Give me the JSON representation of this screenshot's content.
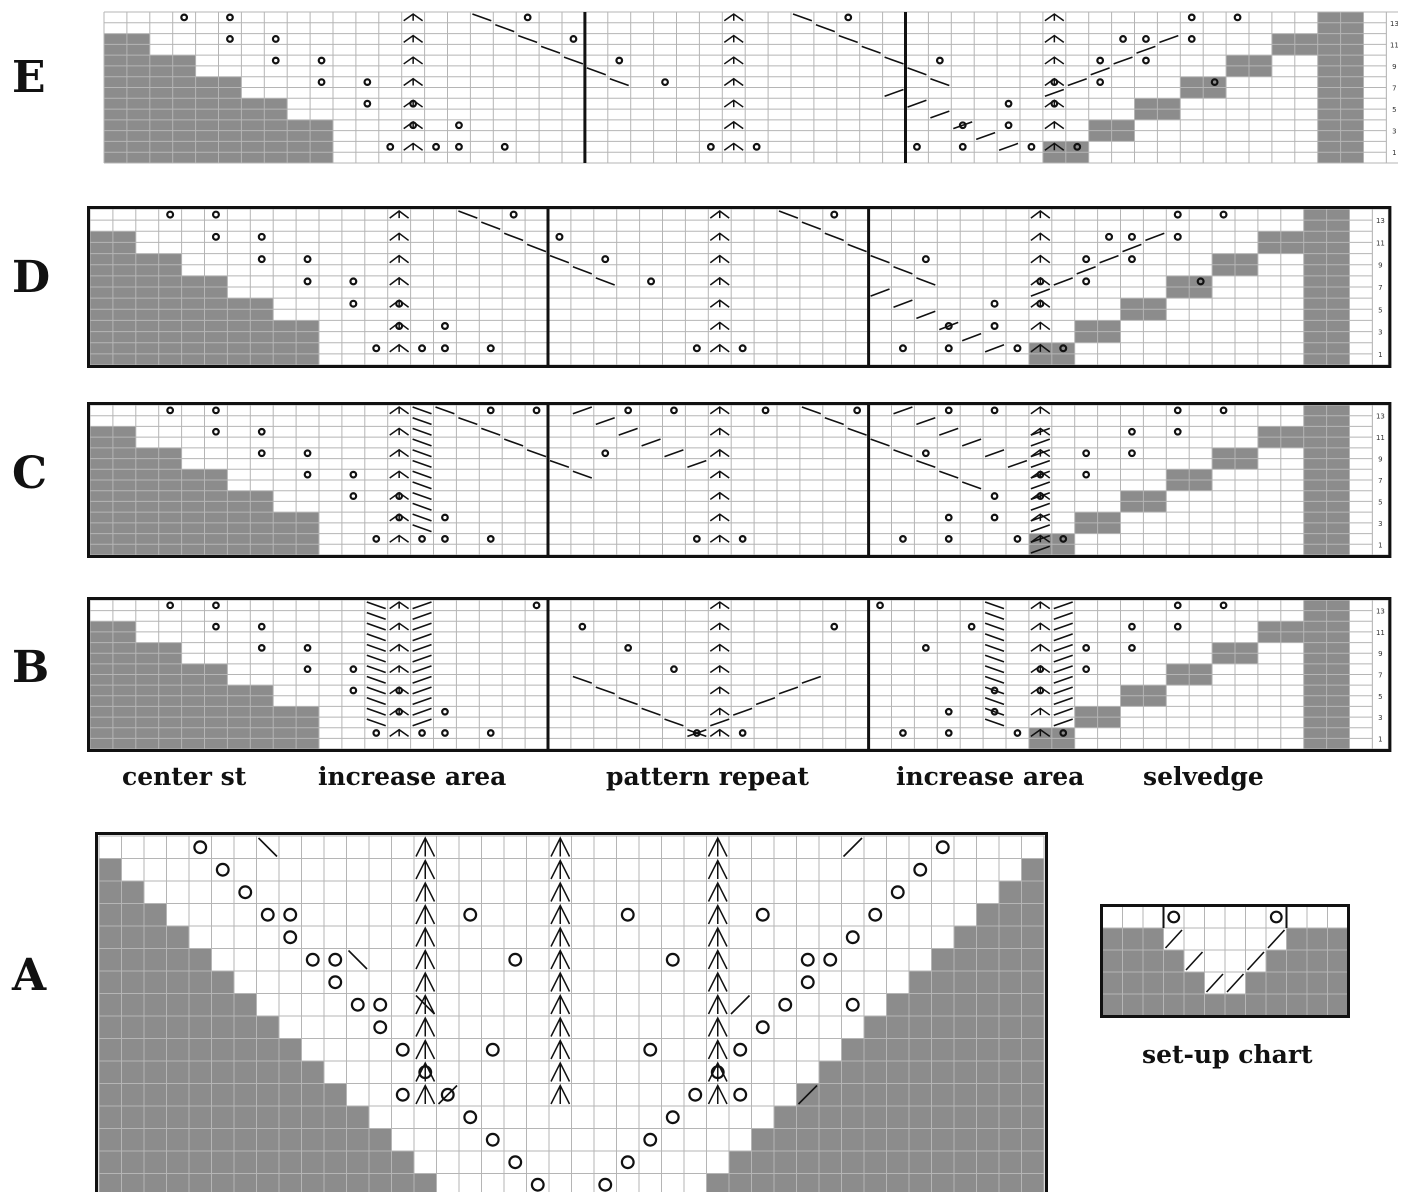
{
  "diagram": {
    "panels": [
      {
        "id": "E",
        "label": "E",
        "row_numbers": [
          "13",
          "11",
          "9",
          "7",
          "5",
          "3",
          "1"
        ]
      },
      {
        "id": "D",
        "label": "D",
        "row_numbers": [
          "13",
          "11",
          "9",
          "7",
          "5",
          "3",
          "1"
        ]
      },
      {
        "id": "C",
        "label": "C",
        "row_numbers": [
          "13",
          "11",
          "9",
          "7",
          "5",
          "3",
          "1"
        ]
      },
      {
        "id": "B",
        "label": "B",
        "row_numbers": [
          "13",
          "11",
          "9",
          "7",
          "5",
          "3",
          "1"
        ]
      },
      {
        "id": "A",
        "label": "A"
      }
    ],
    "section_labels": [
      "center st",
      "increase area",
      "pattern repeat",
      "increase area",
      "selvedge"
    ],
    "setup_caption": "set-up chart"
  },
  "colors": {
    "shaded_cell": "#8c8c8c",
    "grid_line": "#b5b5b5",
    "chart_border": "#111111",
    "symbol": "#111111"
  },
  "icons": {
    "yarn_over": "circle-yo-icon",
    "k2tog": "slash-icon",
    "ssk": "backslash-icon",
    "double_decrease": "double-decrease-icon"
  }
}
